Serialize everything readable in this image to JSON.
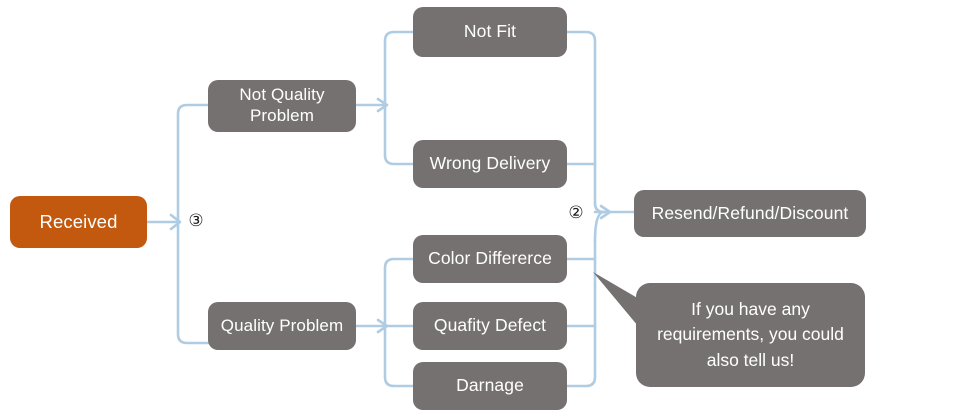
{
  "diagram": {
    "title": "Received order issue handling flow",
    "background_color": "#ffffff",
    "connector_color": "#AFCCE3",
    "node_gray": "#767171",
    "node_orange": "#C2590E",
    "text_color": "#ffffff"
  },
  "nodes": {
    "start": {
      "label": "Received"
    },
    "branch_top": {
      "label": "Not Quality Problem"
    },
    "branch_bottom": {
      "label": "Quality Problem"
    },
    "not_fit": {
      "label": "Not Fit"
    },
    "wrong_delivery": {
      "label": "Wrong Delivery"
    },
    "color_difference": {
      "label": "Color Differerce"
    },
    "quality_defect": {
      "label": "Quafity Defect"
    },
    "damage": {
      "label": "Darnage"
    },
    "resolution": {
      "label": "Resend/Refund/Discount"
    }
  },
  "markers": {
    "left": {
      "label": "③"
    },
    "right": {
      "label": "②"
    }
  },
  "callout": {
    "text": "If you have any requirements, you could also tell us!"
  }
}
